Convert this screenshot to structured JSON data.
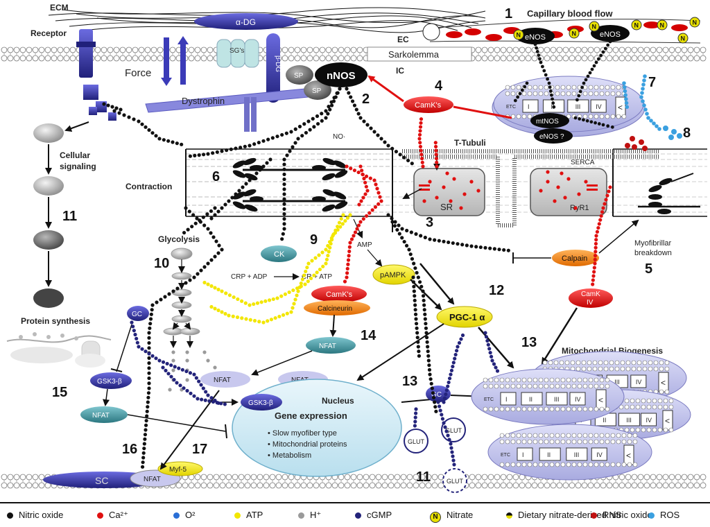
{
  "labels": {
    "ecm": "ECM",
    "receptor": "Receptor",
    "alpha_dg": "α-DG",
    "sgs": "SG's",
    "beta_dg": "β-DG",
    "force": "Force",
    "dystrophin": "Dystrophin",
    "sp": "SP",
    "nnos": "nNOS",
    "no": "NO·",
    "capillary": "Capillary blood flow",
    "ec": "EC",
    "ic": "IC",
    "sarkolemma": "Sarkolemma",
    "enos": "eNOS",
    "camks": "CamK's",
    "etc": "ETC",
    "mtnos": "mtNOS",
    "enos_q": "eNOS ?",
    "t_tubuli": "T-Tubuli",
    "serca": "SERCA",
    "sr": "SR",
    "ryr1": "RyR1",
    "contraction": "Contraction",
    "cellular_signaling": "Cellular\nsignaling",
    "protein_synthesis": "Protein synthesis",
    "glycolysis": "Glycolysis",
    "ck": "CK",
    "amp": "AMP",
    "pampk": "pAMPK",
    "crp": "CRP + ADP",
    "cr_atp": "CR + ATP",
    "calcineurin": "Calcineurin",
    "calpain": "Calpain",
    "myofibrillar": "Myofibrillar\nbreakdown",
    "camk_iv": "CamK\nIV",
    "pgc1a": "PGC-1 α",
    "gc": "GC",
    "nfat": "NFAT",
    "gsk3b": "GSK3-β",
    "nucleus": "Nucleus",
    "gene_expression": "Gene expression",
    "bullets": [
      "Slow myofiber type",
      "Mitochondrial proteins",
      "Metabolism"
    ],
    "mito_biogenesis": "Mitochondrial Biogenesis",
    "glut": "GLUT",
    "myf5": "Myf-5",
    "sc": "SC",
    "etc_complexes": [
      "I",
      "II",
      "III",
      "IV"
    ]
  },
  "numbers": {
    "n1": "1",
    "n2": "2",
    "n3": "3",
    "n4": "4",
    "n5": "5",
    "n6": "6",
    "n7": "7",
    "n8": "8",
    "n9": "9",
    "n10": "10",
    "n11a": "11",
    "n11b": "11",
    "n12": "12",
    "n13a": "13",
    "n13b": "13",
    "n14": "14",
    "n15": "15",
    "n16": "16",
    "n17": "17"
  },
  "legend": [
    {
      "label": "Nitric oxide",
      "color": "#111111"
    },
    {
      "label": "Ca²⁺",
      "color": "#e01010"
    },
    {
      "label": "O²",
      "color": "#2a6fd6"
    },
    {
      "label": "ATP",
      "color": "#f2e600"
    },
    {
      "label": "H⁺",
      "color": "#9a9a9a"
    },
    {
      "label": "cGMP",
      "color": "#23237a"
    },
    {
      "label": "Nitrate",
      "color": "#e8e000",
      "icon": "N"
    },
    {
      "label": "Dietary nitrate-derived nitric oxide",
      "color": "#111111"
    },
    {
      "label": "RNS",
      "color": "#c01010"
    },
    {
      "label": "ROS",
      "color": "#3aa0e0"
    }
  ],
  "colors": {
    "red": "#e01010",
    "enzyme_dark": "#0b0b0b",
    "blue_dark": "#2a2a9a",
    "teal": "#3e8f98",
    "yellow": "#f2e600",
    "orange": "#f08a1c",
    "nucleus_fill": "#d6eef7",
    "mito_fill": "#c7c9ee"
  }
}
